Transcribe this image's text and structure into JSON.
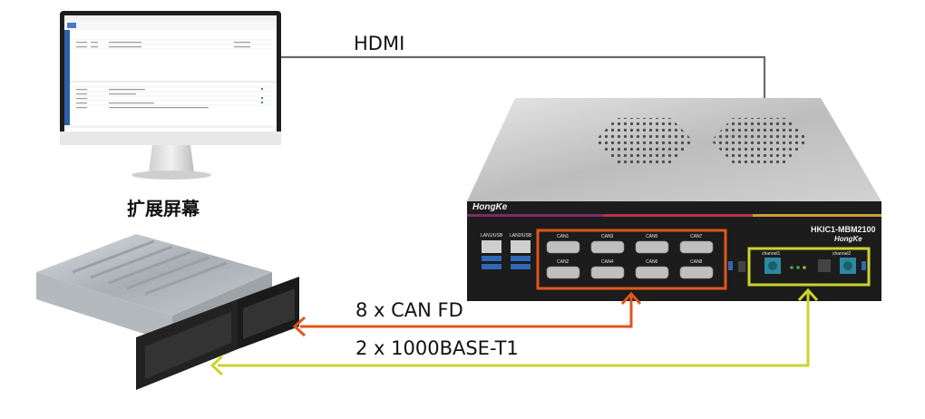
{
  "connections": {
    "hdmi_label": "HDMI",
    "can_label": "8 x CAN FD",
    "t1_label": "2 x 1000BASE-T1"
  },
  "monitor": {
    "caption": "扩展屏幕"
  },
  "device": {
    "brand": "HongKe",
    "model": "HKIC1-MBM2100",
    "brand_right": "HongKe",
    "lan_ports": [
      "LAN1/USB",
      "LAN2/USB"
    ],
    "can_ports": [
      "CAN1",
      "CAN3",
      "CAN5",
      "CAN7",
      "CAN2",
      "CAN4",
      "CAN6",
      "CAN8"
    ],
    "t1_ports": [
      "channel1",
      "channel2"
    ]
  },
  "colors": {
    "can_line": "#e0561c",
    "t1_line": "#ccd42e",
    "hdmi_line": "#6b6b6b"
  }
}
